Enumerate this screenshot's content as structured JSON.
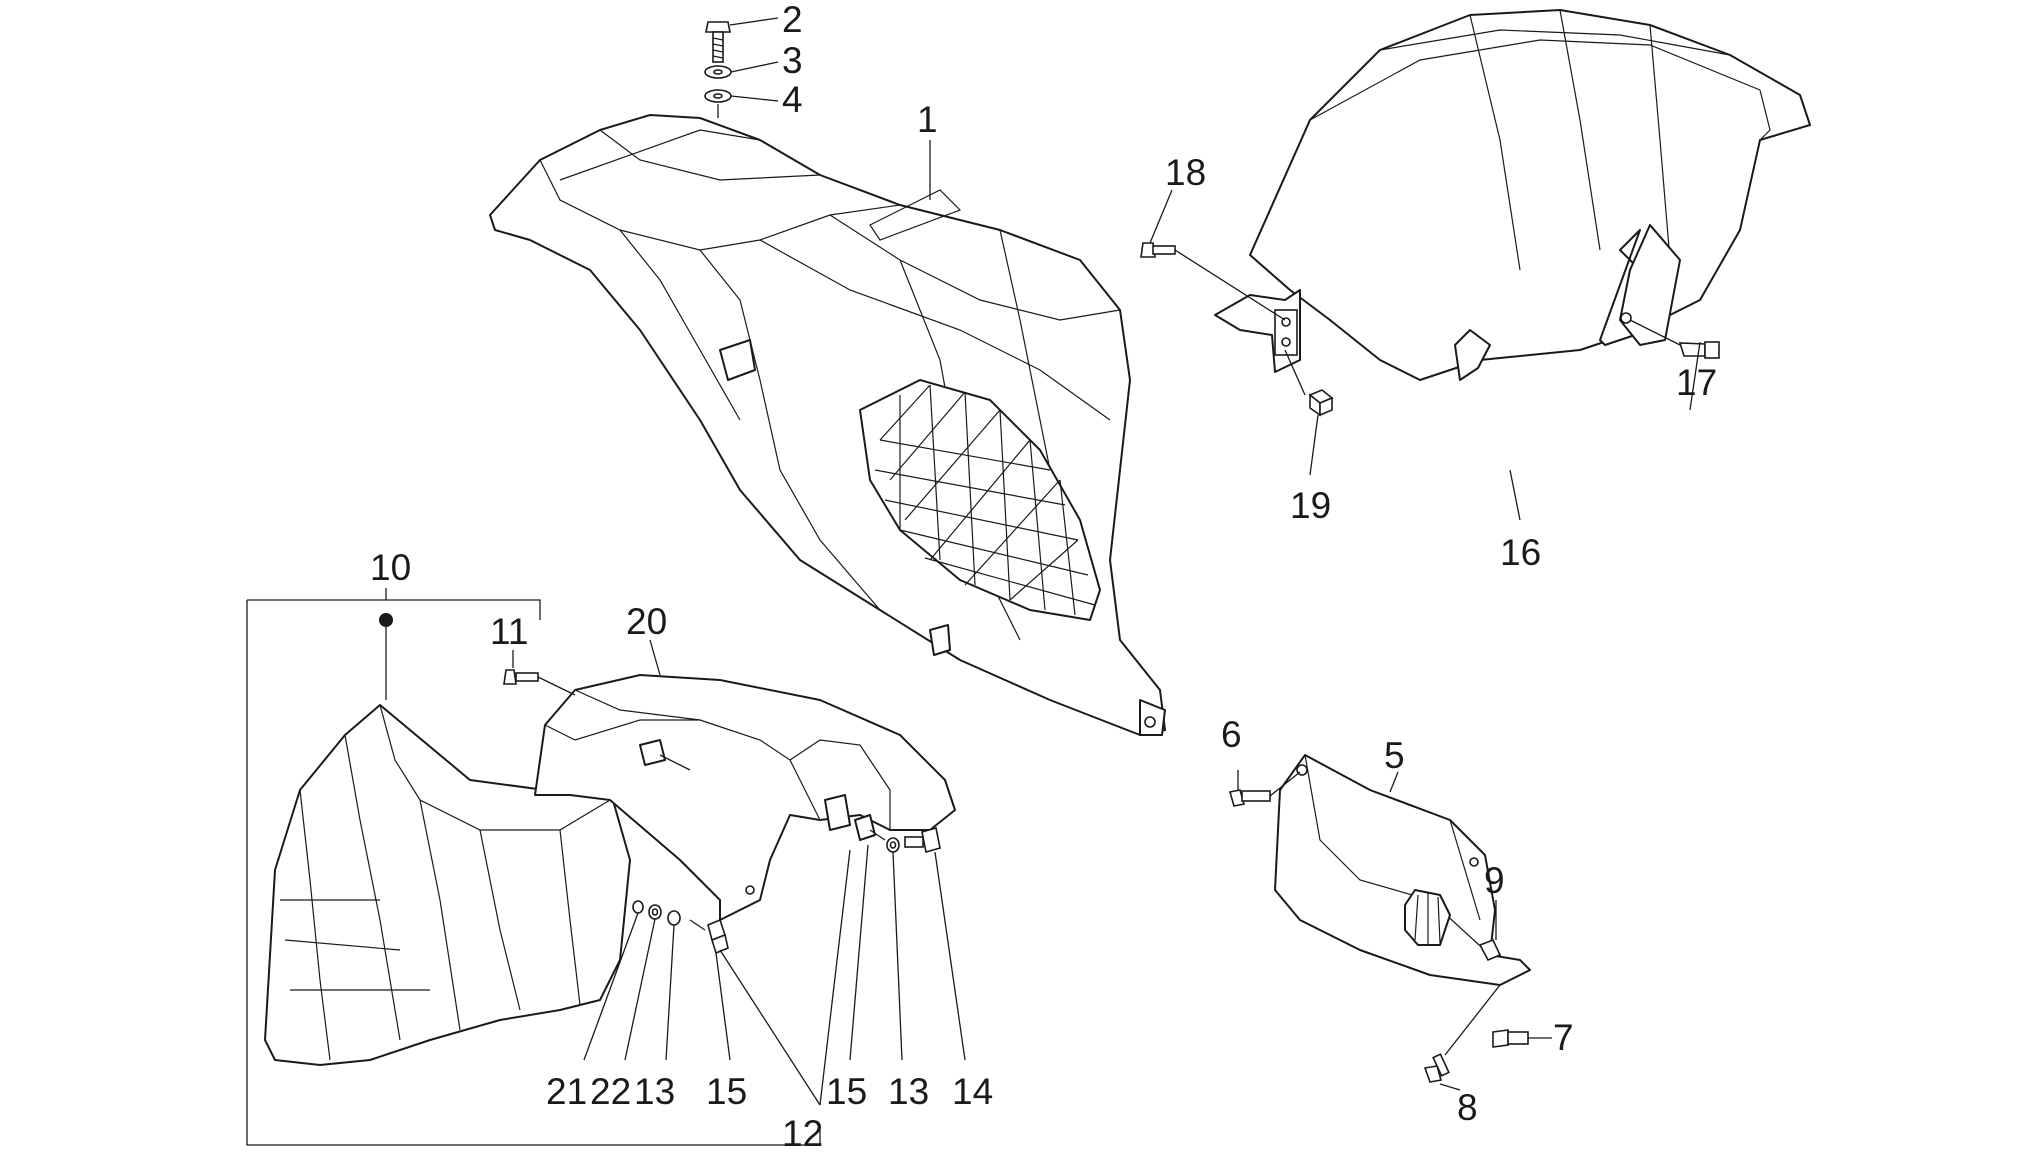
{
  "colors": {
    "line": "#1a1a1a",
    "background": "#ffffff"
  },
  "parts": {
    "p1": "1",
    "p2": "2",
    "p3": "3",
    "p4": "4",
    "p5": "5",
    "p6": "6",
    "p7": "7",
    "p8": "8",
    "p9": "9",
    "p10": "10",
    "p11": "11",
    "p12": "12",
    "p13a": "13",
    "p13b": "13",
    "p14": "14",
    "p15a": "15",
    "p15b": "15",
    "p16": "16",
    "p17": "17",
    "p18": "18",
    "p19": "19",
    "p20": "20",
    "p21": "21",
    "p22": "22"
  }
}
